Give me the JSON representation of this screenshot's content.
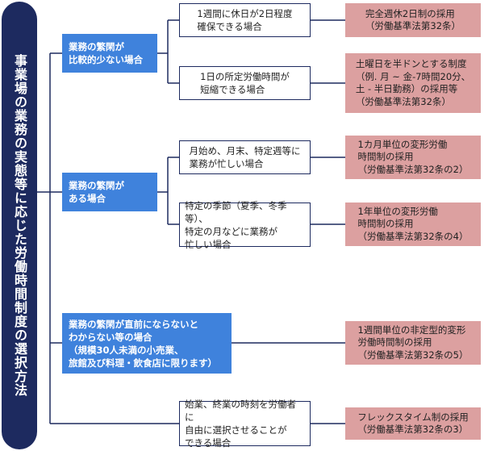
{
  "root": {
    "label": "事業場の業務の実態等に応じた労働時間制度の選択方法"
  },
  "branches": [
    {
      "label": "業務の繁閑が\n比較的少ない場合"
    },
    {
      "label": "業務の繁閑が\nある場合"
    },
    {
      "label": "業務の繁閑が直前にならないと\nわからない等の場合\n（規模30人未満の小売業、\n旅館及び料理・飲食店に限ります）"
    }
  ],
  "conditions": [
    {
      "label": "1週間に休日が2日程度\n確保できる場合"
    },
    {
      "label": "1日の所定労働時間が\n短縮できる場合"
    },
    {
      "label": "月始め、月末、特定週等に\n業務が忙しい場合"
    },
    {
      "label": "特定の季節（夏季、冬季等）、\n特定の月などに業務が\n忙しい場合"
    },
    {
      "label": "始業、終業の時刻を労働者に\n自由に選択させることが\nできる場合"
    }
  ],
  "results": [
    {
      "label": "完全週休2日制の採用\n（労働基準法第32条）"
    },
    {
      "label": "土曜日を半ドンとする制度\n（例. 月 ~ 金-7時間20分、\n土 - 半日勤務）の採用等\n（労働基準法第32条）"
    },
    {
      "label": "1カ月単位の変形労働\n時間制の採用\n（労働基準法第32条の2）"
    },
    {
      "label": "1年単位の変形労働\n時間制の採用\n（労働基準法第32条の4）"
    },
    {
      "label": "1週間単位の非定型的変形\n労働時間制の採用\n（労働基準法第32条の5）"
    },
    {
      "label": "フレックスタイム制の採用\n（労働基準法第32条の3）"
    }
  ],
  "colors": {
    "root": "#1d2a5f",
    "branch": "#3f82dc",
    "result": "#dca0a0",
    "line": "#1d2a5f"
  }
}
